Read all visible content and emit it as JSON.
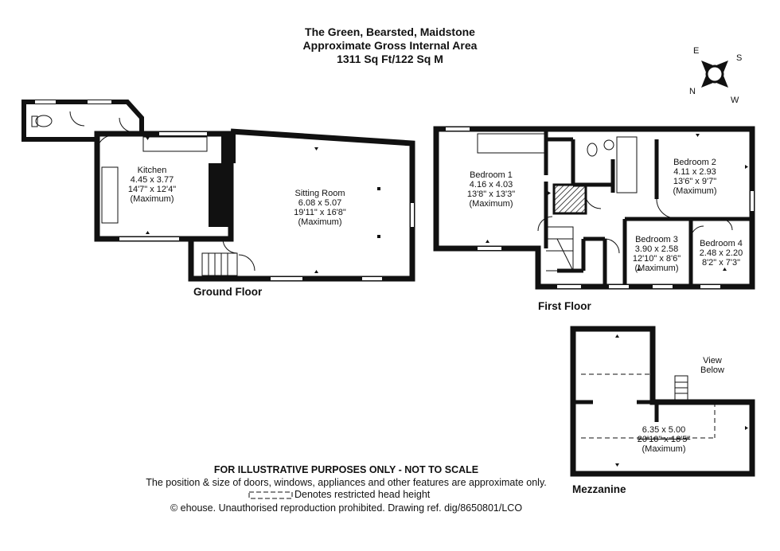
{
  "header": {
    "address": "The Green, Bearsted, Maidstone",
    "area_title": "Approximate Gross Internal Area",
    "area_value": "1311 Sq Ft/122 Sq M"
  },
  "compass": {
    "n": "N",
    "e": "E",
    "s": "S",
    "w": "W"
  },
  "floors": {
    "ground": "Ground Floor",
    "first": "First Floor",
    "mezzanine": "Mezzanine"
  },
  "rooms": {
    "kitchen": {
      "name": "Kitchen",
      "metric": "4.45 x 3.77",
      "imperial": "14'7\" x 12'4\"",
      "note": "(Maximum)"
    },
    "sitting": {
      "name": "Sitting Room",
      "metric": "6.08 x 5.07",
      "imperial": "19'11\" x 16'8\"",
      "note": "(Maximum)"
    },
    "bed1": {
      "name": "Bedroom 1",
      "metric": "4.16 x 4.03",
      "imperial": "13'8\" x 13'3\"",
      "note": "(Maximum)"
    },
    "bed2": {
      "name": "Bedroom 2",
      "metric": "4.11 x 2.93",
      "imperial": "13'6\" x 9'7\"",
      "note": "(Maximum)"
    },
    "bed3": {
      "name": "Bedroom 3",
      "metric": "3.90 x 2.58",
      "imperial": "12'10\" x 8'6\"",
      "note": "(Maximum)"
    },
    "bed4": {
      "name": "Bedroom 4",
      "metric": "2.48 x 2.20",
      "imperial": "8'2\" x 7'3\""
    },
    "mezz": {
      "metric": "6.35 x 5.00",
      "imperial": "20'10\" x 16'5\"",
      "note": "(Maximum)"
    }
  },
  "view_below": {
    "line1": "View",
    "line2": "Below"
  },
  "footer": {
    "disclaimer": "FOR ILLUSTRATIVE PURPOSES ONLY - NOT TO SCALE",
    "position_note": "The position & size of doors, windows, appliances and other features are approximate only.",
    "restricted_legend": "Denotes restricted head height",
    "copyright": "© ehouse. Unauthorised reproduction prohibited. Drawing ref. dig/8650801/LCO"
  }
}
